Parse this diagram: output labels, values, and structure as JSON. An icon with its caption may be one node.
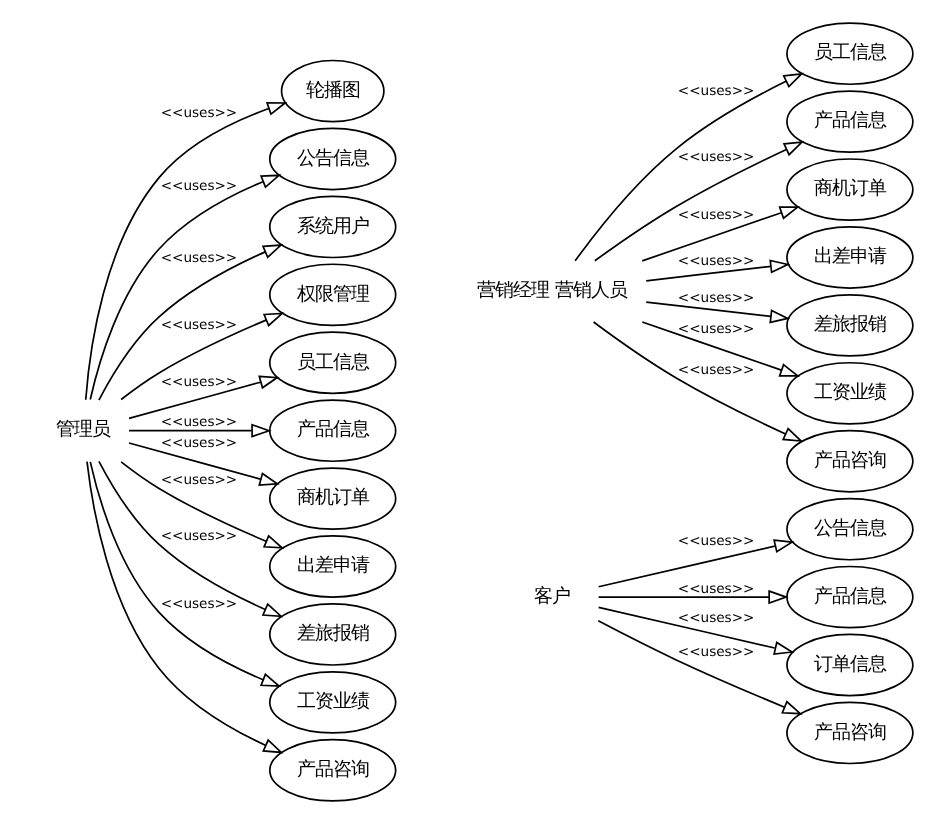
{
  "diagram": {
    "nodes": [
      {
        "text": [
          "管理员"
        ]
      },
      {
        "text": [
          "轮播图"
        ]
      },
      {
        "text": [
          "公告信息"
        ]
      },
      {
        "text": [
          "系统用户"
        ]
      },
      {
        "text": [
          "权限管理"
        ]
      },
      {
        "text": [
          "员工信息"
        ]
      },
      {
        "text": [
          "产品信息"
        ]
      },
      {
        "text": [
          "商机订单"
        ]
      },
      {
        "text": [
          "出差申请"
        ]
      },
      {
        "text": [
          "差旅报销"
        ]
      },
      {
        "text": [
          "工资业绩"
        ]
      },
      {
        "text": [
          "产品咨询"
        ]
      },
      {
        "text": [
          "营销经理 营销人员"
        ]
      },
      {
        "text": [
          "员工信息"
        ]
      },
      {
        "text": [
          "产品信息"
        ]
      },
      {
        "text": [
          "商机订单"
        ]
      },
      {
        "text": [
          "出差申请"
        ]
      },
      {
        "text": [
          "差旅报销"
        ]
      },
      {
        "text": [
          "工资业绩"
        ]
      },
      {
        "text": [
          "产品咨询"
        ]
      },
      {
        "text": [
          "客户"
        ]
      },
      {
        "text": [
          "公告信息"
        ]
      },
      {
        "text": [
          "产品信息"
        ]
      },
      {
        "text": [
          "订单信息"
        ]
      },
      {
        "text": [
          "产品咨询"
        ]
      }
    ],
    "edges": [
      {
        "from": 0,
        "to": 1,
        "arrow": "to",
        "label": "<<uses>>"
      },
      {
        "from": 0,
        "to": 2,
        "arrow": "to",
        "label": "<<uses>>"
      },
      {
        "from": 0,
        "to": 3,
        "arrow": "to",
        "label": "<<uses>>"
      },
      {
        "from": 0,
        "to": 4,
        "arrow": "to",
        "label": "<<uses>>"
      },
      {
        "from": 0,
        "to": 5,
        "arrow": "to",
        "label": "<<uses>>"
      },
      {
        "from": 0,
        "to": 6,
        "arrow": "to",
        "label": "<<uses>>"
      },
      {
        "from": 0,
        "to": 7,
        "arrow": "to",
        "label": "<<uses>>"
      },
      {
        "from": 0,
        "to": 8,
        "arrow": "to",
        "label": "<<uses>>"
      },
      {
        "from": 0,
        "to": 9,
        "arrow": "to",
        "label": "<<uses>>"
      },
      {
        "from": 0,
        "to": 10,
        "arrow": "to",
        "label": "<<uses>>"
      },
      {
        "from": 0,
        "to": 11,
        "arrow": "to"
      },
      {
        "from": 12,
        "to": 13,
        "arrow": "to",
        "label": "<<uses>>"
      },
      {
        "from": 12,
        "to": 14,
        "arrow": "to",
        "label": "<<uses>>"
      },
      {
        "from": 12,
        "to": 15,
        "arrow": "to",
        "label": "<<uses>>"
      },
      {
        "from": 12,
        "to": 16,
        "arrow": "to",
        "label": "<<uses>>"
      },
      {
        "from": 12,
        "to": 17,
        "arrow": "to",
        "label": "<<uses>>"
      },
      {
        "from": 12,
        "to": 18,
        "arrow": "to",
        "label": "<<uses>>"
      },
      {
        "from": 12,
        "to": 19,
        "arrow": "to",
        "label": "<<uses>>"
      },
      {
        "from": 20,
        "to": 21,
        "arrow": "to",
        "label": "<<uses>>"
      },
      {
        "from": 20,
        "to": 22,
        "arrow": "to",
        "label": "<<uses>>"
      },
      {
        "from": 20,
        "to": 23,
        "arrow": "to",
        "label": "<<uses>>"
      },
      {
        "from": 20,
        "to": 24,
        "arrow": "to",
        "label": "<<uses>>"
      }
    ]
  }
}
